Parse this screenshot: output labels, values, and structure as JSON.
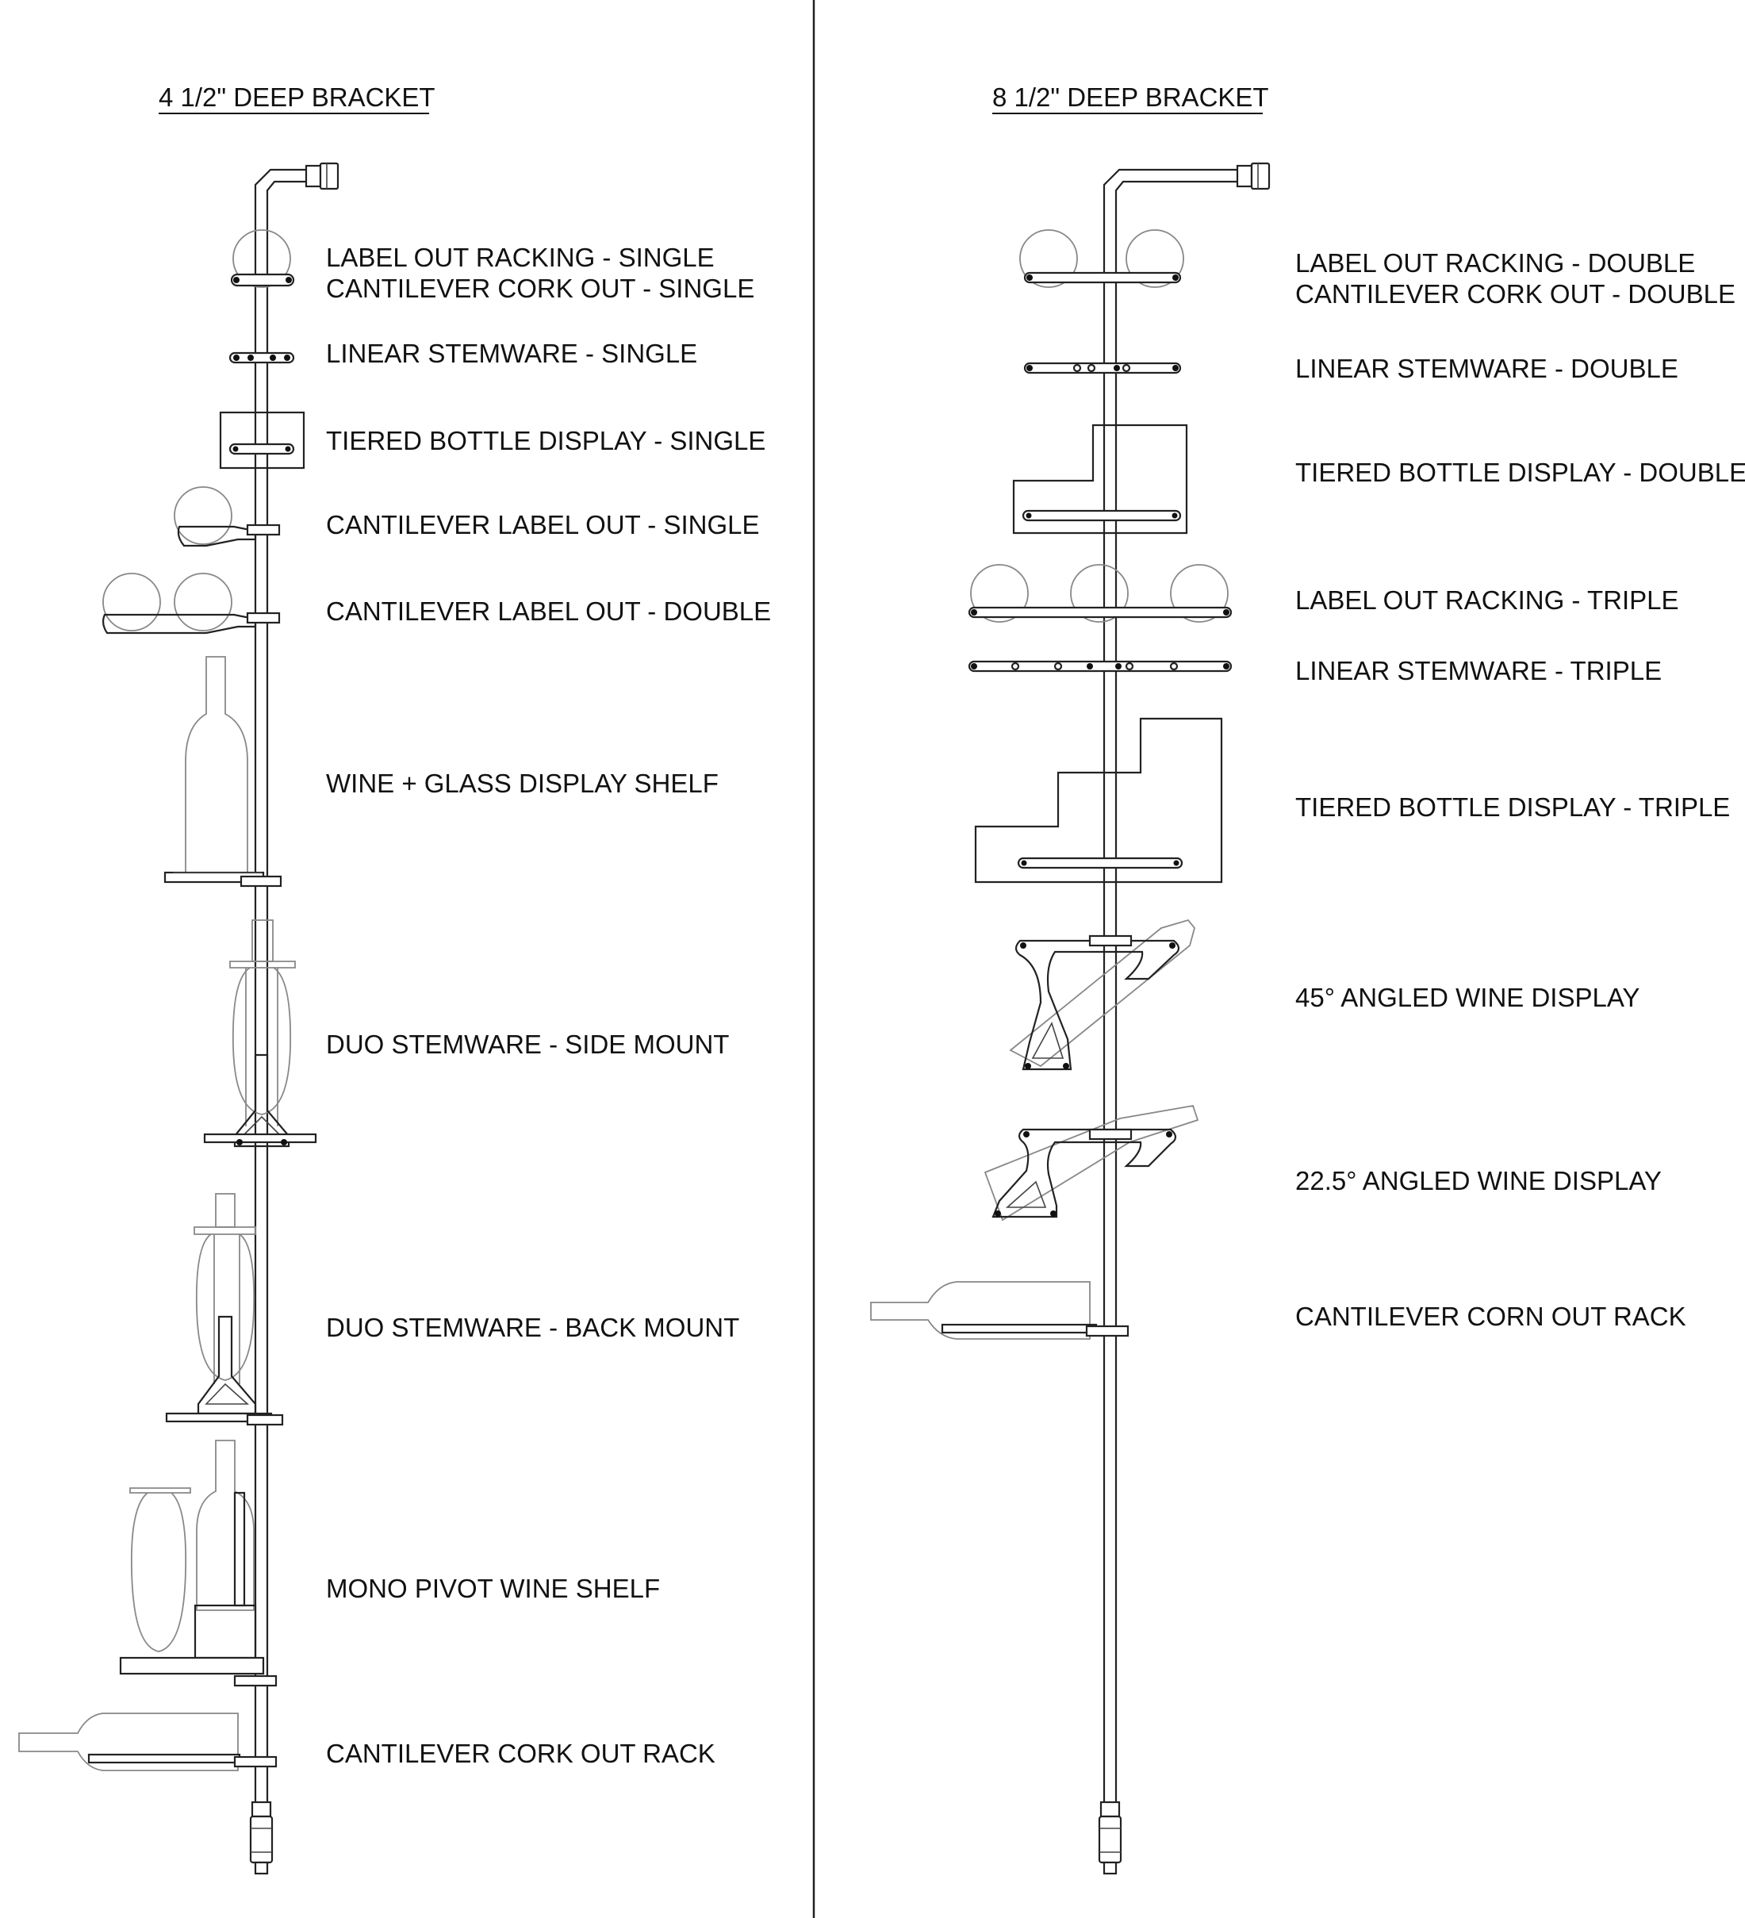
{
  "left_column": {
    "heading": "4 1/2\" DEEP BRACKET",
    "labels": [
      "LABEL OUT RACKING - SINGLE",
      "CANTILEVER CORK OUT - SINGLE",
      "LINEAR STEMWARE - SINGLE",
      "TIERED BOTTLE DISPLAY - SINGLE",
      "CANTILEVER LABEL OUT - SINGLE",
      "CANTILEVER LABEL OUT - DOUBLE",
      "WINE + GLASS DISPLAY SHELF",
      "DUO STEMWARE - SIDE MOUNT",
      "DUO STEMWARE - BACK MOUNT",
      "MONO PIVOT WINE SHELF",
      "CANTILEVER CORK OUT RACK"
    ]
  },
  "right_column": {
    "heading": "8 1/2\" DEEP BRACKET",
    "labels": [
      "LABEL OUT RACKING - DOUBLE",
      "CANTILEVER CORK OUT - DOUBLE",
      "LINEAR STEMWARE - DOUBLE",
      "TIERED BOTTLE DISPLAY - DOUBLE",
      "LABEL OUT RACKING - TRIPLE",
      "LINEAR STEMWARE - TRIPLE",
      "TIERED BOTTLE DISPLAY - TRIPLE",
      "45° ANGLED WINE DISPLAY",
      "22.5° ANGLED WINE DISPLAY",
      "CANTILEVER CORN OUT RACK"
    ]
  }
}
